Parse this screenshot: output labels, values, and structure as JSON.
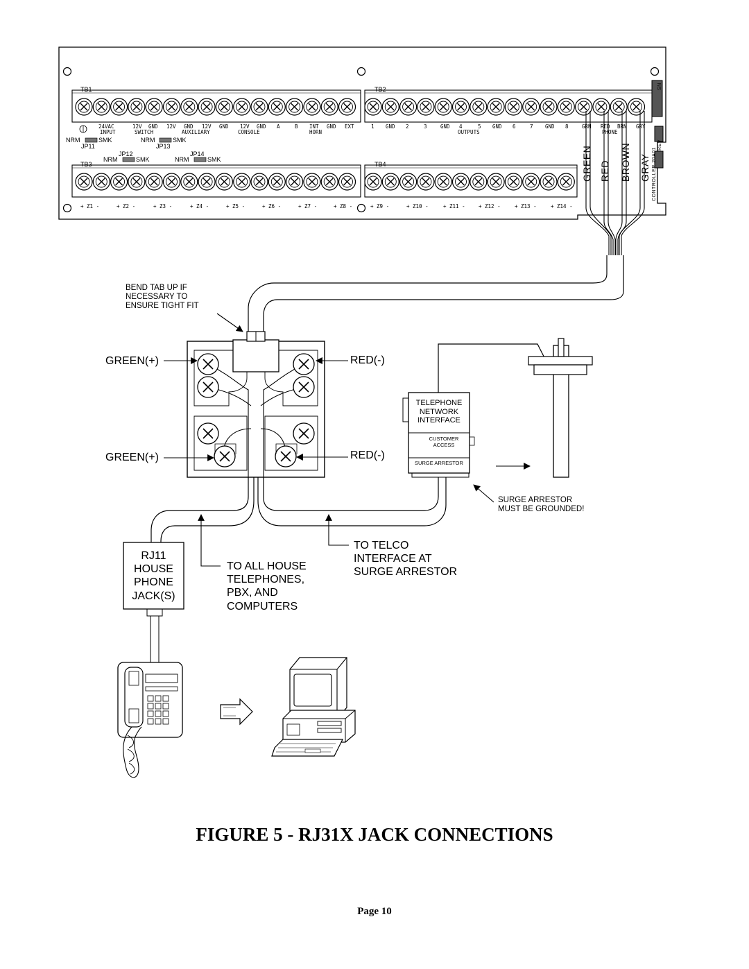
{
  "terminal_board": {
    "tb1": "TB1",
    "tb2": "TB2",
    "tb3": "TB3",
    "tb4": "TB4",
    "top_row_labels": [
      "24VAC",
      "12V",
      "GND",
      "12V",
      "GND",
      "12V",
      "GND",
      "12V",
      "GND",
      "A",
      "B",
      "INT",
      "GND",
      "EXT",
      "1",
      "GND",
      "2",
      "3",
      "GND",
      "4",
      "5",
      "GND",
      "6",
      "7",
      "GND",
      "8",
      "GRN",
      "RED",
      "BRN",
      "GRY"
    ],
    "group_labels": [
      "INPUT",
      "SWITCH",
      "AUXILIARY",
      "CONSOLE",
      "HORN",
      "OUTPUTS",
      "PHONE"
    ],
    "jumpers": {
      "jp11": "JP11",
      "jp12": "JP12",
      "jp13": "JP13",
      "jp14": "JP14",
      "nrm": "NRM",
      "smk": "SMK"
    },
    "zone_labels": [
      "+ Z1 -",
      "+ Z2 -",
      "+ Z3 -",
      "+ Z4 -",
      "+ Z5 -",
      "+ Z6 -",
      "+ Z7 -",
      "+ Z8 -",
      "+ Z9 -",
      "+ Z10 -",
      "+ Z11 -",
      "+ Z12 -",
      "+ Z13 -",
      "+ Z14 -"
    ],
    "edge_labels": {
      "sn": "SN",
      "rev": "REV",
      "controller": "CONTROLLER 20A01"
    }
  },
  "wires": {
    "green": "GREEN",
    "red": "RED",
    "brown": "BROWN",
    "gray": "GRAY"
  },
  "callouts": {
    "bend_tab": "BEND TAB UP IF\nNECESSARY TO\nENSURE TIGHT FIT",
    "green_plus_top": "GREEN(+)",
    "green_plus_bottom": "GREEN(+)",
    "red_minus_top": "RED(-)",
    "red_minus_bottom": "RED(-)",
    "surge_grounded": "SURGE ARRESTOR\nMUST BE GROUNDED!",
    "rj11": "RJ11\nHOUSE\nPHONE\nJACK(S)",
    "to_house": "TO ALL HOUSE\nTELEPHONES,\nPBX, AND\nCOMPUTERS",
    "to_telco": "TO TELCO\nINTERFACE AT\nSURGE ARRESTOR"
  },
  "tni": {
    "title": "TELEPHONE\nNETWORK\nINTERFACE",
    "customer_access": "CUSTOMER\nACCESS",
    "surge": "SURGE ARRESTOR"
  },
  "figure_title": "FIGURE 5 - RJ31X JACK CONNECTIONS",
  "page": "Page 10"
}
